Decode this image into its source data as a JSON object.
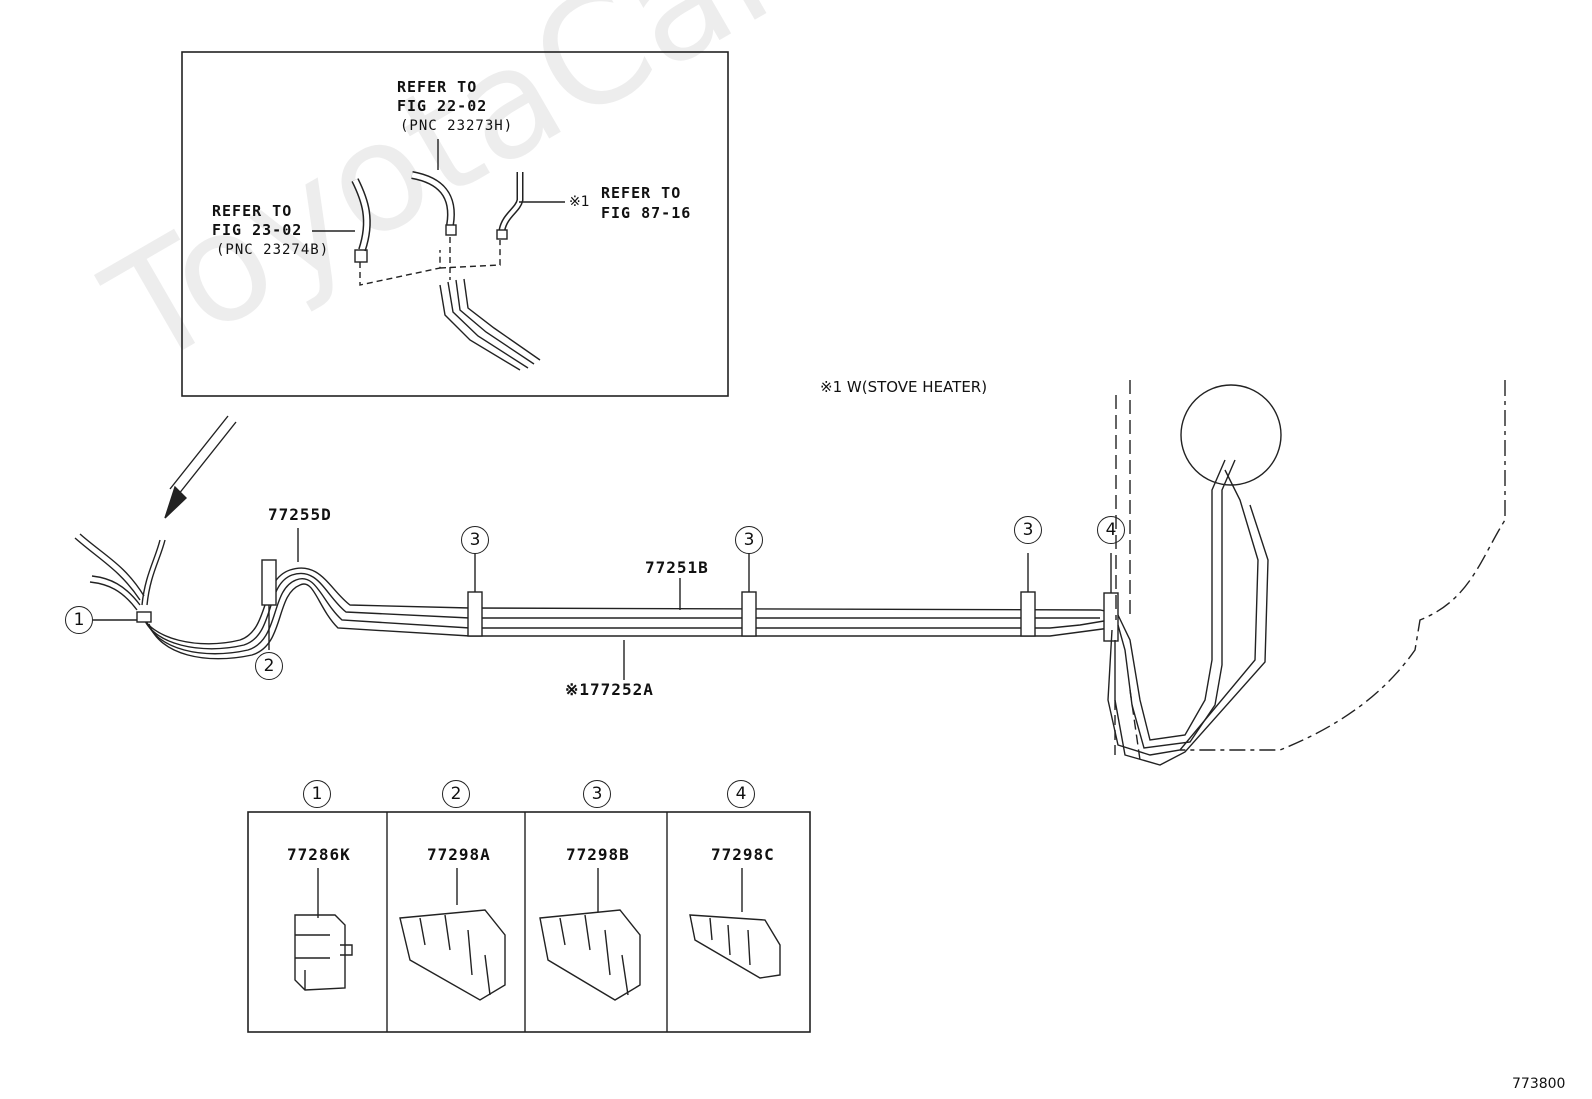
{
  "inset": {
    "refer_a": [
      "REFER TO",
      "FIG 22-02",
      "(PNC 23273H)"
    ],
    "refer_b": [
      "REFER TO",
      "FIG 23-02",
      "(PNC 23274B)"
    ],
    "refer_c": [
      "REFER TO",
      "FIG 87-16"
    ],
    "refer_c_mark": "※1"
  },
  "note": "※1 W(STOVE HEATER)",
  "parts": {
    "p77255D": "77255D",
    "p77251B": "77251B",
    "p77252A": "※177252A"
  },
  "callouts": {
    "c1": "1",
    "c2": "2",
    "c3": "3",
    "c4": "4"
  },
  "legend": [
    {
      "num": "1",
      "part": "77286K"
    },
    {
      "num": "2",
      "part": "77298A"
    },
    {
      "num": "3",
      "part": "77298B"
    },
    {
      "num": "4",
      "part": "77298C"
    }
  ],
  "watermark": "ToyotaCarMine.ru",
  "figure_code": "773800",
  "colors": {
    "line": "#222222",
    "background": "#ffffff"
  }
}
